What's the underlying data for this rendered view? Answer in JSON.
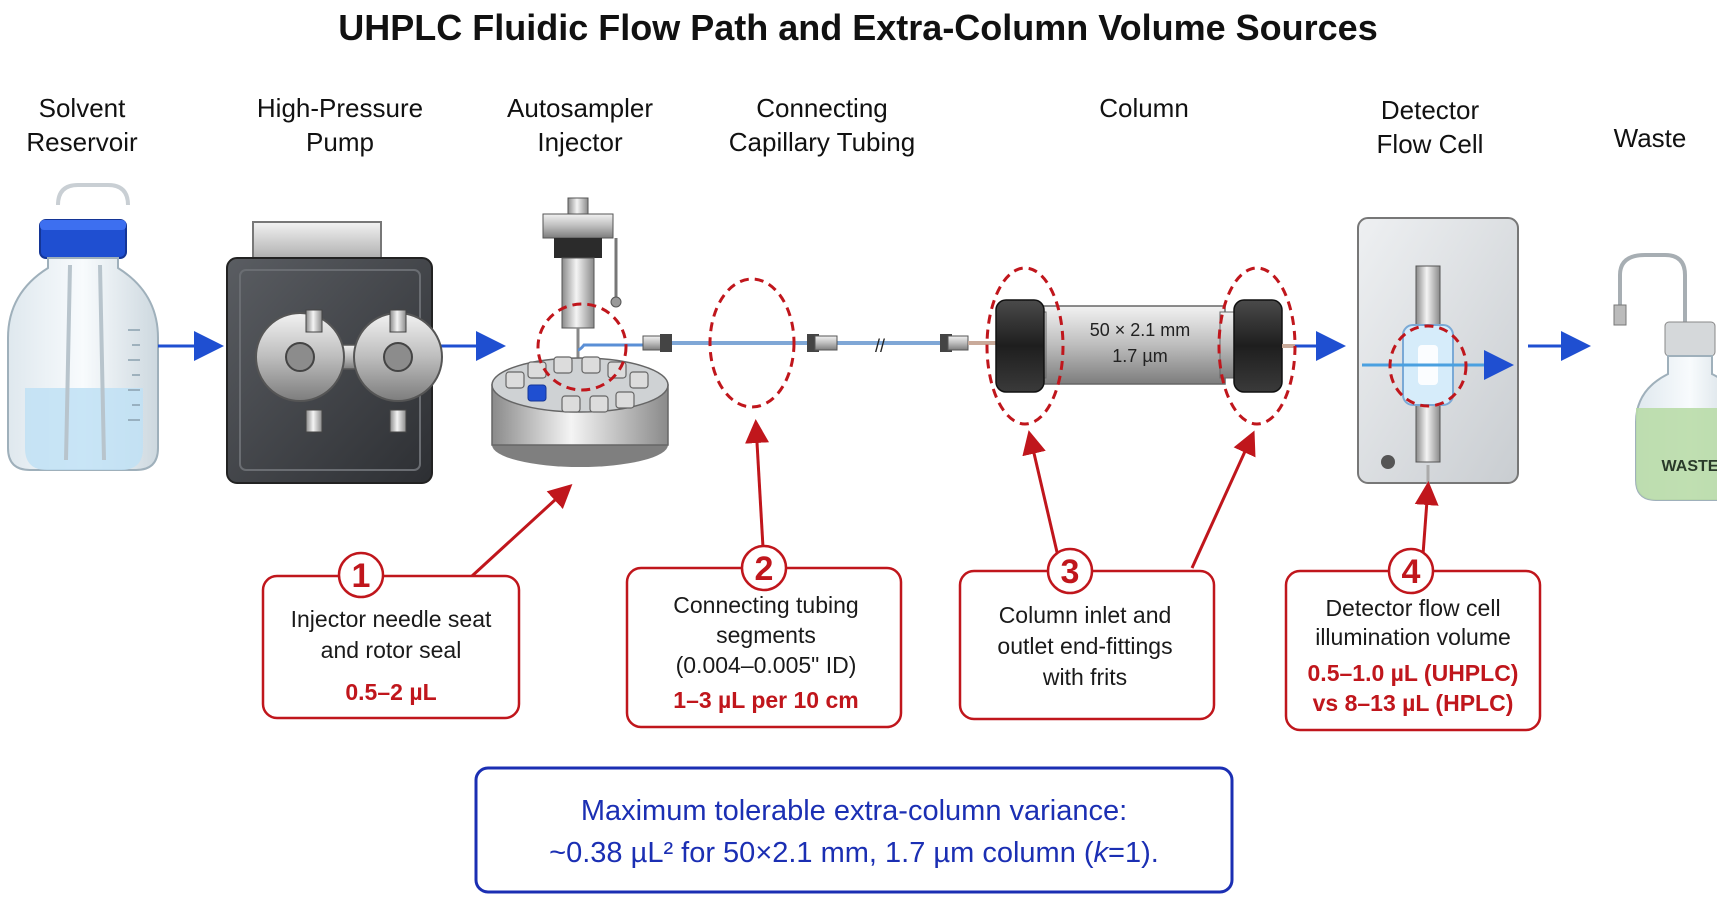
{
  "title": "UHPLC Fluidic Flow Path and Extra-Column Volume Sources",
  "components": [
    {
      "id": "reservoir",
      "line1": "Solvent",
      "line2": "Reservoir"
    },
    {
      "id": "pump",
      "line1": "High-Pressure",
      "line2": "Pump"
    },
    {
      "id": "autosampler",
      "line1": "Autosampler",
      "line2": "Injector"
    },
    {
      "id": "tubing",
      "line1": "Connecting",
      "line2": "Capillary Tubing"
    },
    {
      "id": "column",
      "line1": "Column",
      "line2": ""
    },
    {
      "id": "detector",
      "line1": "Detector",
      "line2": "Flow Cell"
    },
    {
      "id": "waste",
      "line1": "Waste",
      "line2": ""
    }
  ],
  "column_label": {
    "dims": "50 × 2.1 mm",
    "particle": "1.7 µm"
  },
  "waste_label": "WASTE",
  "break_mark": "//",
  "sources": [
    {
      "number": "1",
      "lines": [
        "Injector needle seat",
        "and rotor seal"
      ],
      "volume_lines": [
        "0.5–2 µL"
      ]
    },
    {
      "number": "2",
      "lines": [
        "Connecting tubing",
        "segments",
        "(0.004–0.005\" ID)"
      ],
      "volume_lines": [
        "1–3 µL per 10 cm"
      ]
    },
    {
      "number": "3",
      "lines": [
        "Column inlet and",
        "outlet end-fittings",
        "with frits"
      ],
      "volume_lines": []
    },
    {
      "number": "4",
      "lines": [
        "Detector flow cell",
        "illumination volume"
      ],
      "volume_lines": [
        "0.5–1.0 µL (UHPLC)",
        "vs 8–13 µL (HPLC)"
      ]
    }
  ],
  "summary": {
    "line1": "Maximum tolerable extra-column variance:",
    "line2_a": "~0.38 µL² for 50×2.1 mm, 1.7 µm column (",
    "line2_k": "k",
    "line2_b": "=1)."
  },
  "colors": {
    "accent_red": "#c0161c",
    "flow_blue": "#1f4fd1",
    "summary_blue": "#1b2fb3",
    "liquid_blue": "#bfe0f5",
    "waste_green": "#b9dba8"
  }
}
